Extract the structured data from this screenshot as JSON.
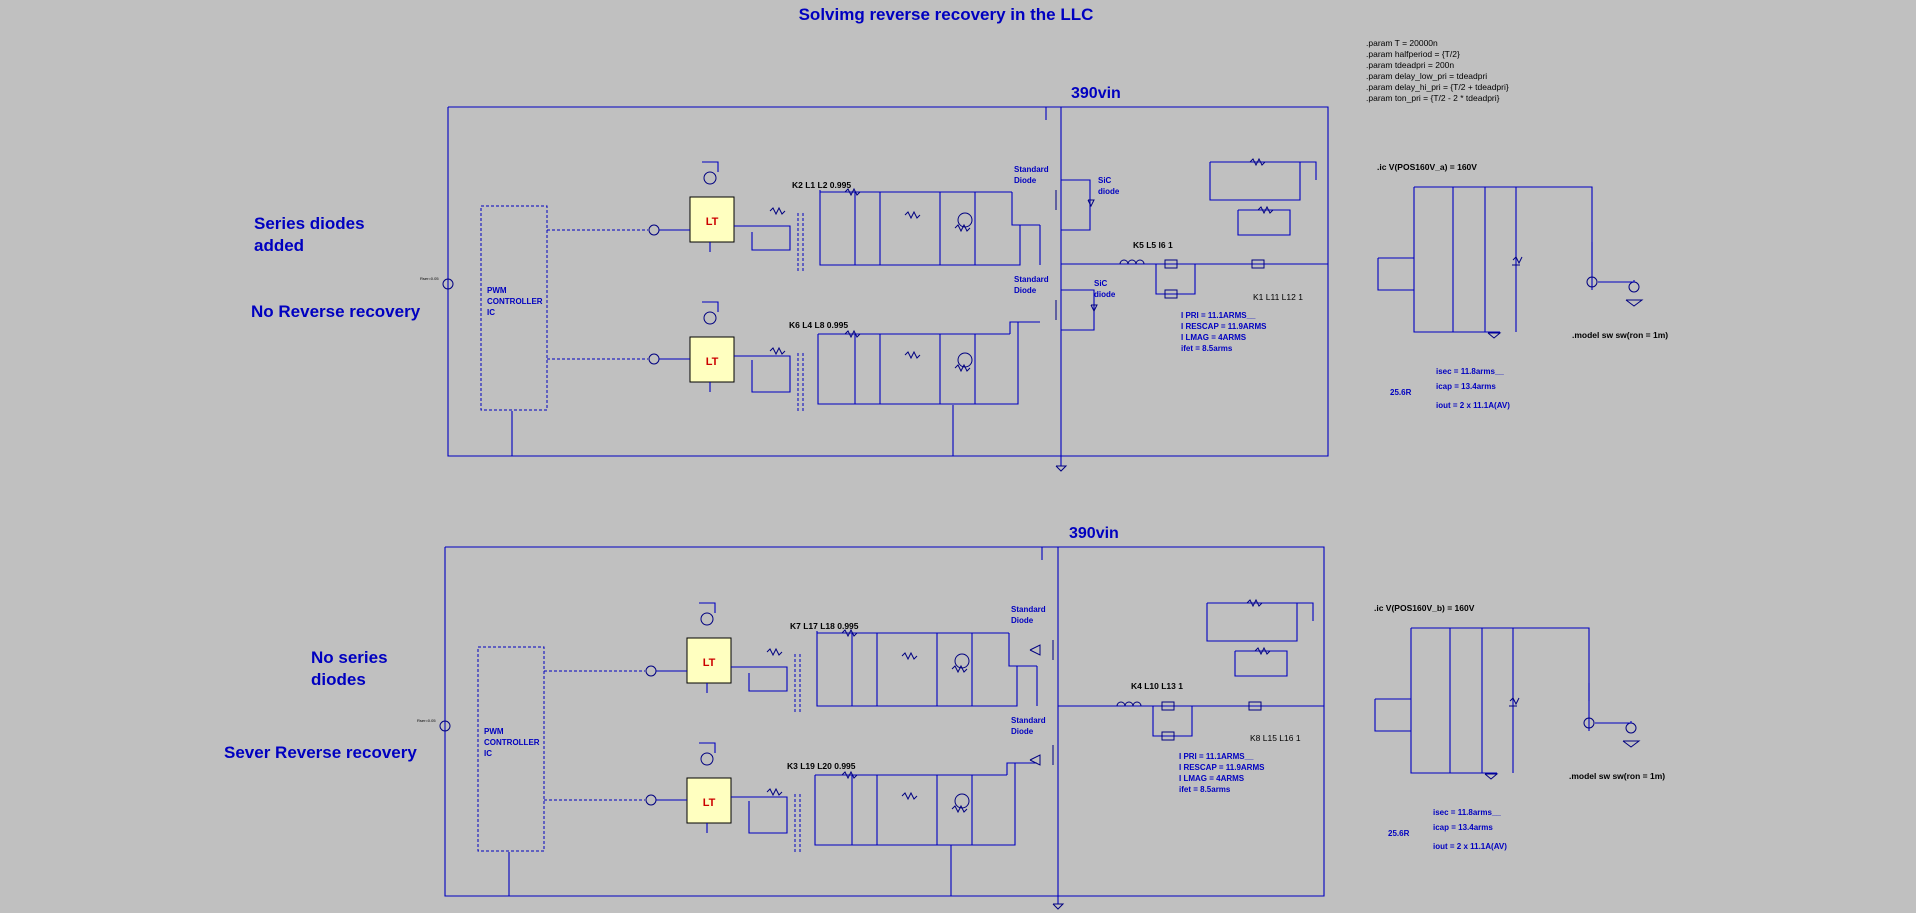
{
  "title": "Solvimg reverse recovery in the LLC",
  "directives": [
    ".param T = 20000n",
    ".param halfperiod = {T/2}",
    ".param tdeadpri = 200n",
    ".param delay_low_pri = tdeadpri",
    ".param delay_hi_pri = {T/2 + tdeadpri}",
    ".param ton_pri = {T/2 - 2 * tdeadpri}"
  ],
  "circuits": [
    {
      "vin_label": "390vin",
      "note_line1": "Series diodes",
      "note_line2": "added",
      "note_recovery": "No Reverse recovery",
      "pwm": [
        "PWM",
        "CONTROLLER",
        "IC"
      ],
      "coupling_top": "K2  L1  L2  0.995",
      "coupling_bottom": "K6  L4  L8  0.995",
      "std_diode_top": [
        "Standard",
        "Diode"
      ],
      "std_diode_bottom": [
        "Standard",
        "Diode"
      ],
      "sic_top": [
        "SiC",
        "diode"
      ],
      "sic_bottom": [
        "SiC",
        "diode"
      ],
      "k_main": "K5  L5  l6   1",
      "k_sec": "K1   L11  L12   1",
      "currents": [
        "I PRI = 11.1ARMS__",
        "I RESCAP = 11.9ARMS",
        "I LMAG = 4ARMS",
        "ifet = 8.5arms"
      ],
      "ic_directive": ".ic V(POS160V_a) = 160V",
      "model": ".model sw sw(ron = 1m)",
      "load": "25.6R",
      "out_currents": [
        "isec = 11.8arms__",
        "icap = 13.4arms",
        "iout = 2 x 11.1A(AV)"
      ]
    },
    {
      "vin_label": "390vin",
      "note_line1": "No series",
      "note_line2": "diodes",
      "note_recovery": "Sever Reverse recovery",
      "pwm": [
        "PWM",
        "CONTROLLER",
        "IC"
      ],
      "coupling_top": "K7  L17  L18  0.995",
      "coupling_bottom": "K3  L19  L20  0.995",
      "std_diode_top": [
        "Standard",
        "Diode"
      ],
      "std_diode_bottom": [
        "Standard",
        "Diode"
      ],
      "k_main": "K4  L10  L13   1",
      "k_sec": "K8   L15  L16   1",
      "currents": [
        "I PRI = 11.1ARMS__",
        "I RESCAP = 11.9ARMS",
        "I LMAG = 4ARMS",
        "ifet = 8.5arms"
      ],
      "ic_directive": ".ic V(POS160V_b) = 160V",
      "model": ".model sw sw(ron = 1m)",
      "load": "25.6R",
      "out_currents": [
        "isec = 11.8arms__",
        "icap = 13.4arms",
        "iout = 2 x 11.1A(AV)"
      ]
    }
  ],
  "colors": {
    "background": "#c0c0c0",
    "wire": "#0000c0",
    "ic_fill": "#ffffc0",
    "logo": "#cc0000"
  }
}
